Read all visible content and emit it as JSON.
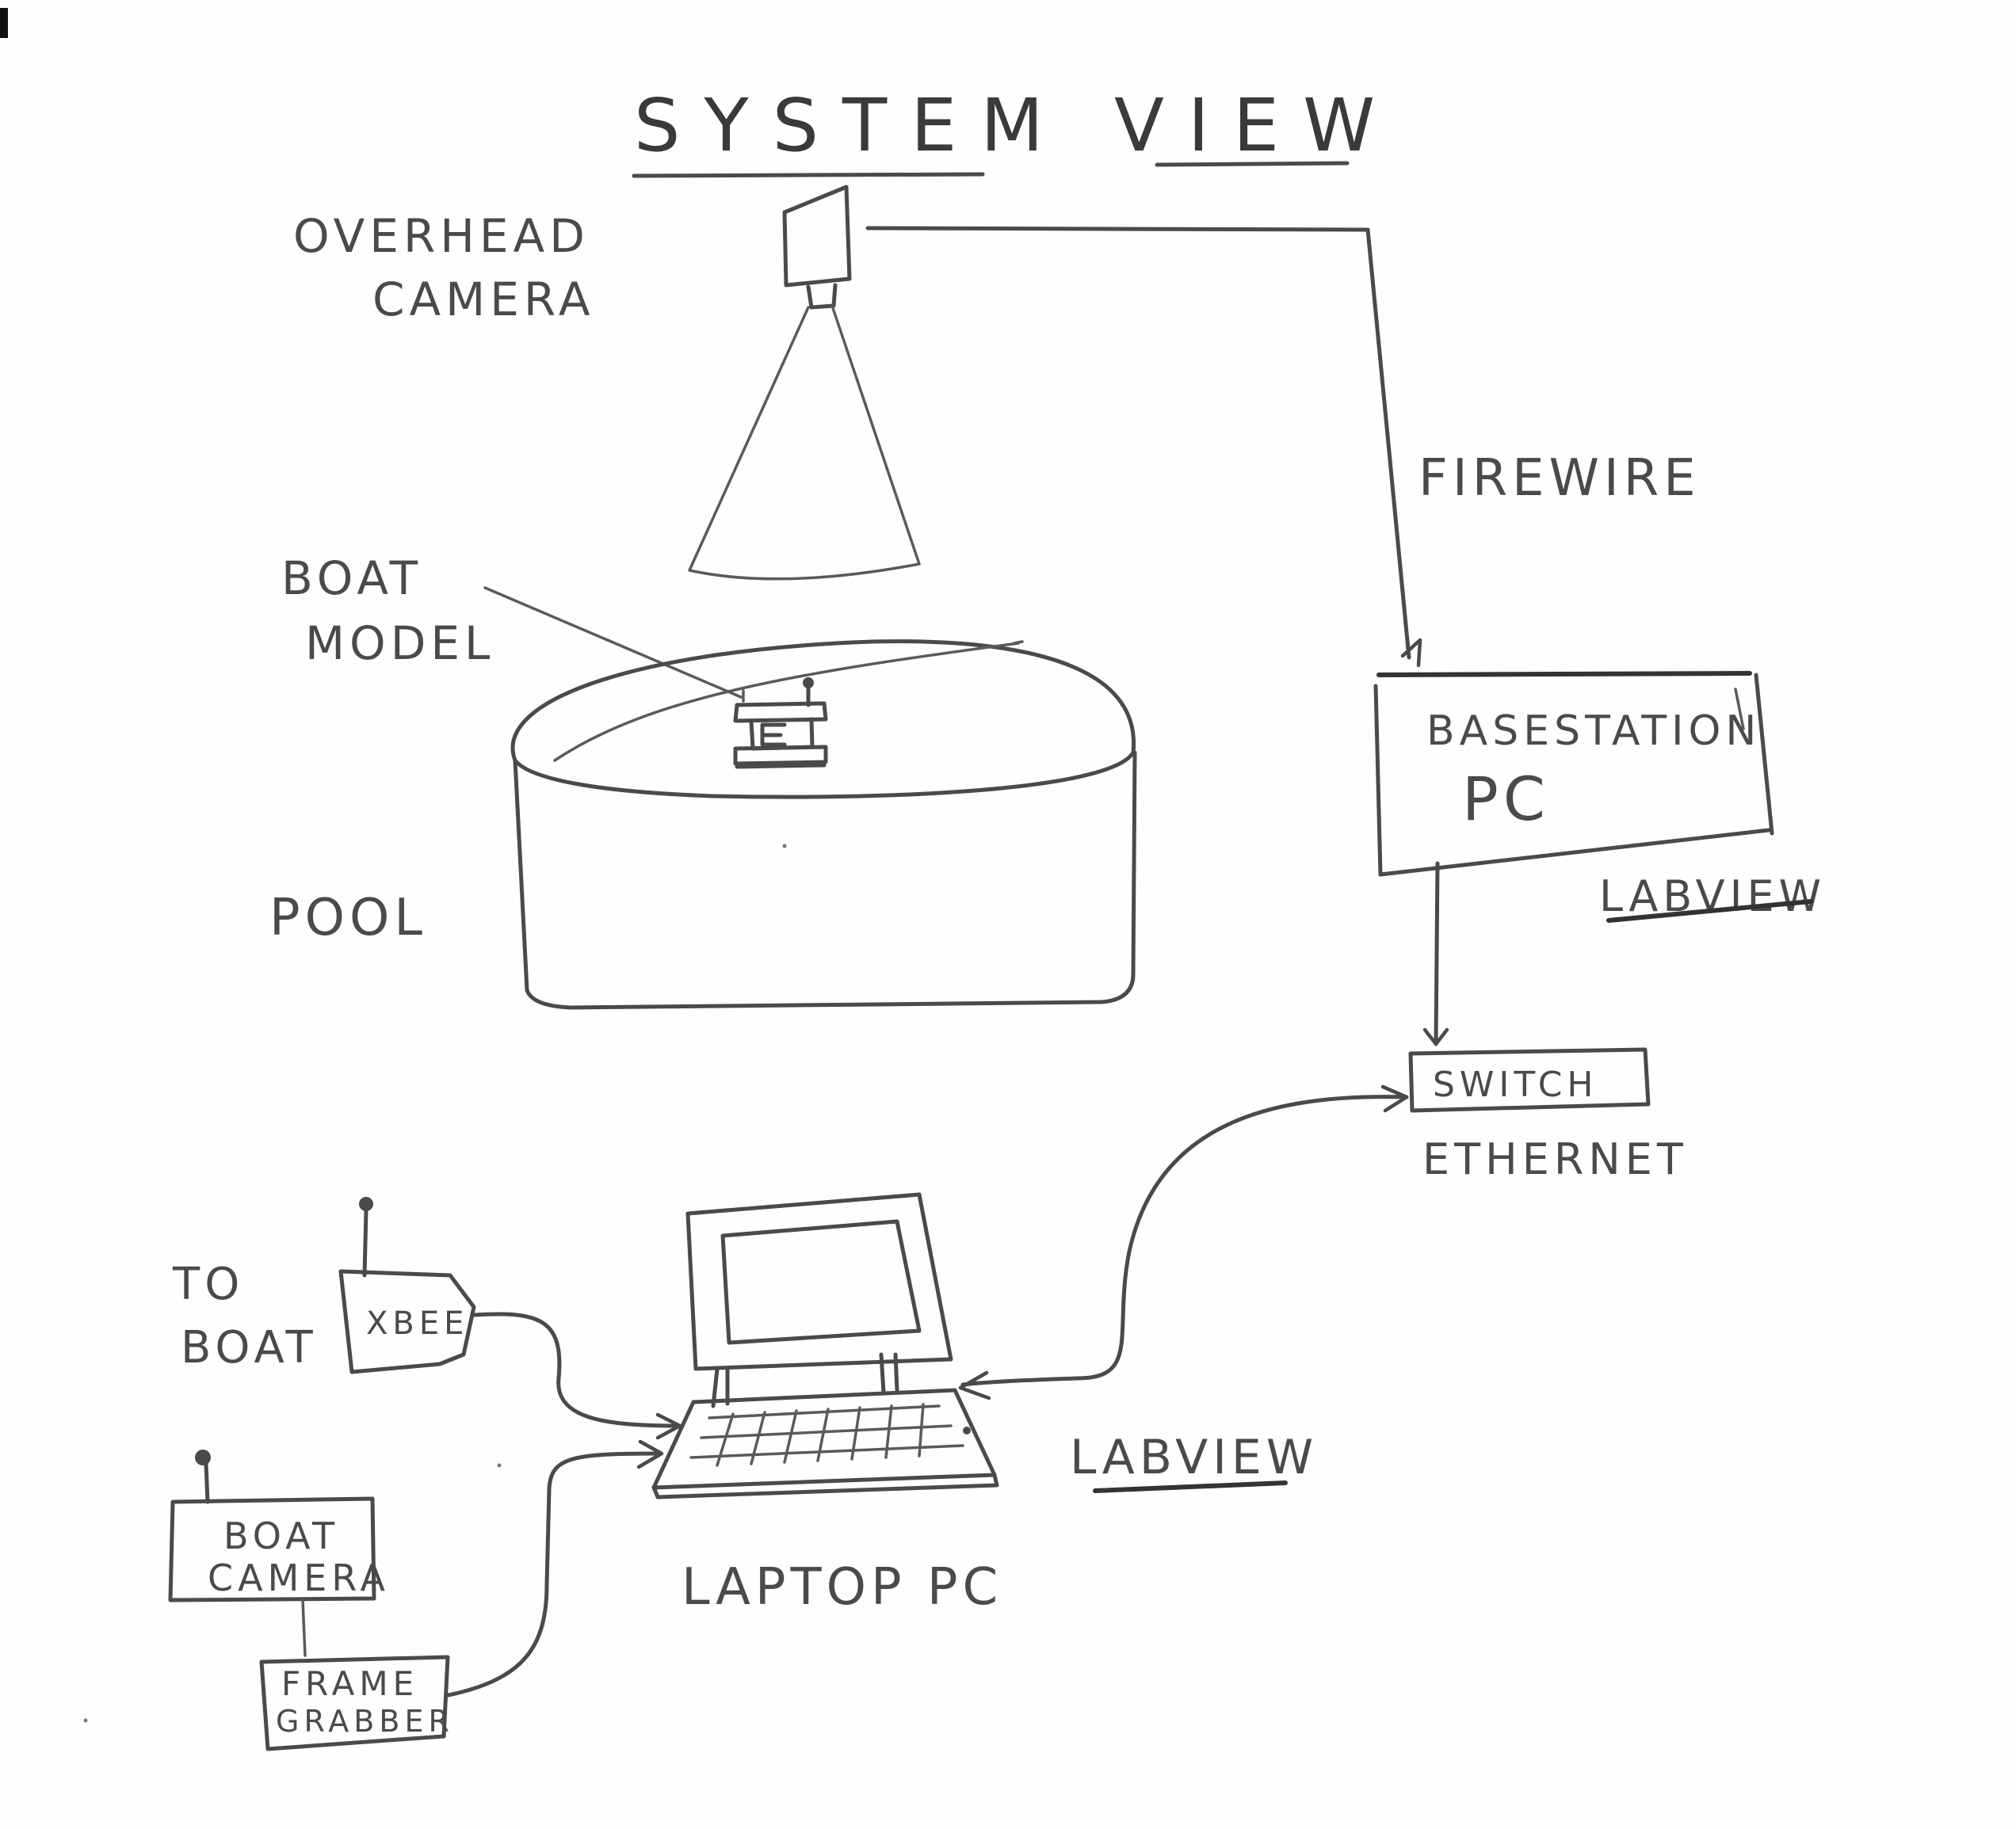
{
  "diagram": {
    "title": "SYSTEM VIEW",
    "labels": {
      "overhead_camera_line1": "OVERHEAD",
      "overhead_camera_line2": "CAMERA",
      "firewire": "FIREWIRE",
      "boat_model_line1": "BOAT",
      "boat_model_line2": "MODEL",
      "pool": "POOL",
      "basestation_line1": "BASESTATION",
      "basestation_line2": "PC",
      "labview_basestation": "LABVIEW",
      "switch": "SWITCH",
      "ethernet": "ETHERNET",
      "to_boat_line1": "TO",
      "to_boat_line2": "BOAT",
      "xbee": "XBEE",
      "boat_camera_line1": "BOAT",
      "boat_camera_line2": "CAMERA",
      "frame_grabber_line1": "FRAME",
      "frame_grabber_line2": "GRABBER",
      "laptop_pc": "LAPTOP PC",
      "labview_laptop": "LABVIEW"
    }
  }
}
